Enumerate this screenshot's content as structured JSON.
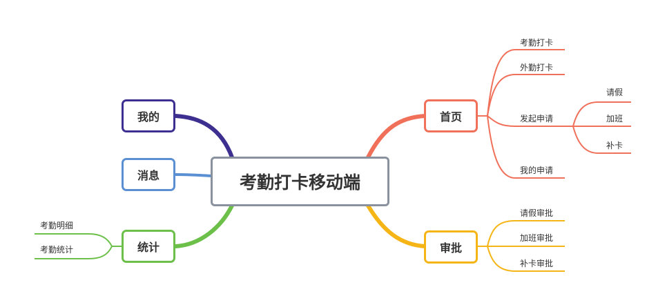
{
  "root": {
    "label": "考勤打卡移动端"
  },
  "colors": {
    "首页": "#f0705a",
    "审批": "#f6b516",
    "我的": "#3d2f8f",
    "消息": "#5b8fd3",
    "统计": "#6cc04a",
    "root_border": "#8a919e"
  },
  "branches": {
    "home": {
      "label": "首页",
      "children": [
        {
          "label": "考勤打卡"
        },
        {
          "label": "外勤打卡"
        },
        {
          "label": "发起申请",
          "children": [
            {
              "label": "请假"
            },
            {
              "label": "加班"
            },
            {
              "label": "补卡"
            }
          ]
        },
        {
          "label": "我的申请"
        }
      ]
    },
    "approve": {
      "label": "审批",
      "children": [
        {
          "label": "请假审批"
        },
        {
          "label": "加班审批"
        },
        {
          "label": "补卡审批"
        }
      ]
    },
    "mine": {
      "label": "我的"
    },
    "msg": {
      "label": "消息"
    },
    "stats": {
      "label": "统计",
      "children": [
        {
          "label": "考勤明细"
        },
        {
          "label": "考勤统计"
        }
      ]
    }
  }
}
